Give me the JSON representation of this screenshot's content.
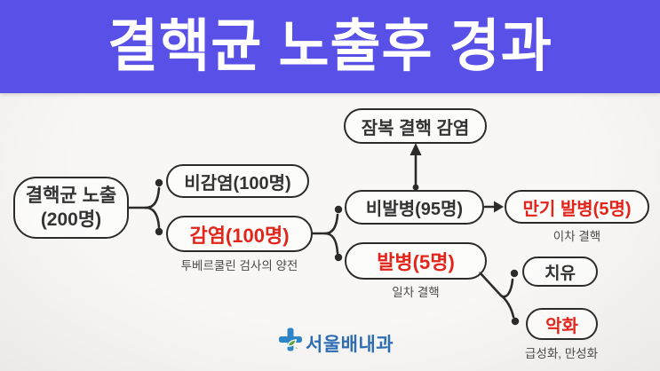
{
  "title": "결핵균 노출후 경과",
  "colors": {
    "banner-blue": "#5950e8",
    "alert-red": "#e3241a",
    "logo-blue": "#2d6db3",
    "cross-blue": "#2e86c7",
    "leaf-green": "#5fa143"
  },
  "flowchart": {
    "nodes": {
      "exposure": {
        "line1": "결핵균 노출",
        "line2": "(200명)",
        "emphasis": "normal"
      },
      "non_infection": {
        "label": "비감염(100명)",
        "emphasis": "normal"
      },
      "infection": {
        "label": "감염(100명)",
        "emphasis": "red",
        "caption": "투베르쿨린 검사의 양전"
      },
      "latent": {
        "label": "잠복 결핵 감염",
        "emphasis": "normal"
      },
      "no_onset": {
        "label": "비발병(95명)",
        "emphasis": "normal"
      },
      "late_onset": {
        "label": "만기 발병(5명)",
        "emphasis": "red",
        "caption": "이차 결핵"
      },
      "onset": {
        "label": "발병(5명)",
        "emphasis": "red",
        "caption": "일차 결핵"
      },
      "cure": {
        "label": "치유",
        "emphasis": "normal"
      },
      "worsening": {
        "label": "악화",
        "emphasis": "red",
        "caption": "급성화, 만성화"
      }
    }
  },
  "logo": {
    "clinic_name": "서울배내과"
  }
}
